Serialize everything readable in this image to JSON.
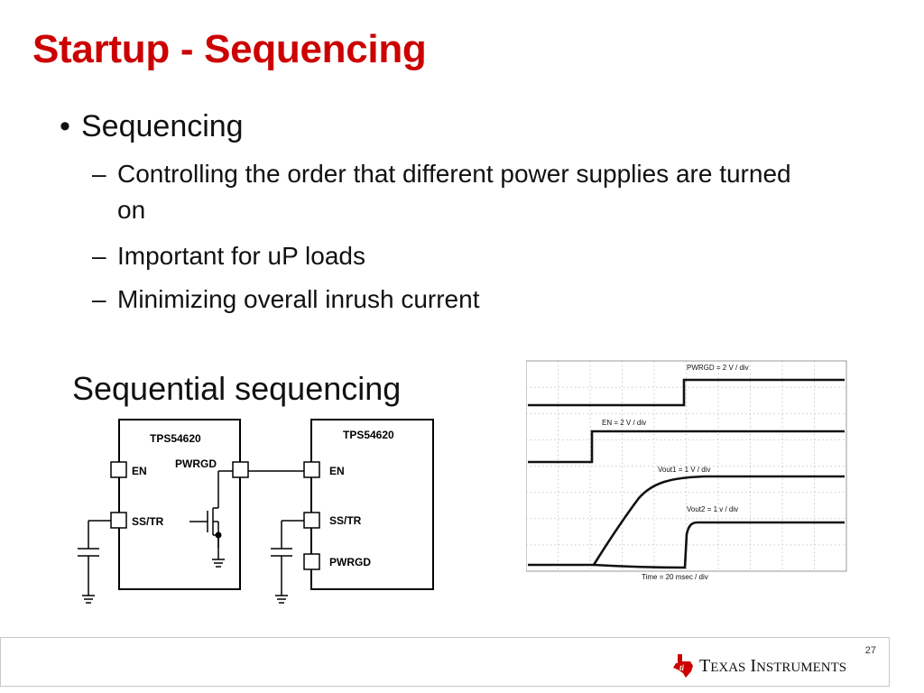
{
  "slide": {
    "title": "Startup - Sequencing",
    "bullet": "Sequencing",
    "sub_items": [
      "Controlling the order that different power supplies are turned on",
      "Important for uP loads",
      "Minimizing overall inrush current"
    ],
    "caption": "Sequential sequencing",
    "page_number": "27"
  },
  "schematic": {
    "chip1": {
      "name": "TPS54620",
      "pins": {
        "en": "EN",
        "pwrgd": "PWRGD",
        "sstr": "SS/TR"
      }
    },
    "chip2": {
      "name": "TPS54620",
      "pins": {
        "en": "EN",
        "sstr": "SS/TR",
        "pwrgd": "PWRGD"
      }
    }
  },
  "scope": {
    "labels": {
      "pwrgd": "PWRGD = 2 V / div",
      "en": "EN = 2 V / div",
      "vout1": "Vout1 = 1 V / div",
      "vout2": "Vout2 = 1 v / div",
      "time": "Time = 20 msec / div"
    }
  },
  "footer": {
    "logo_word1_cap": "T",
    "logo_word1_rest": "EXAS",
    "logo_word2_cap": "I",
    "logo_word2_rest": "NSTRUMENTS"
  },
  "colors": {
    "title": "#cc0000",
    "logo_red": "#cc0000"
  }
}
